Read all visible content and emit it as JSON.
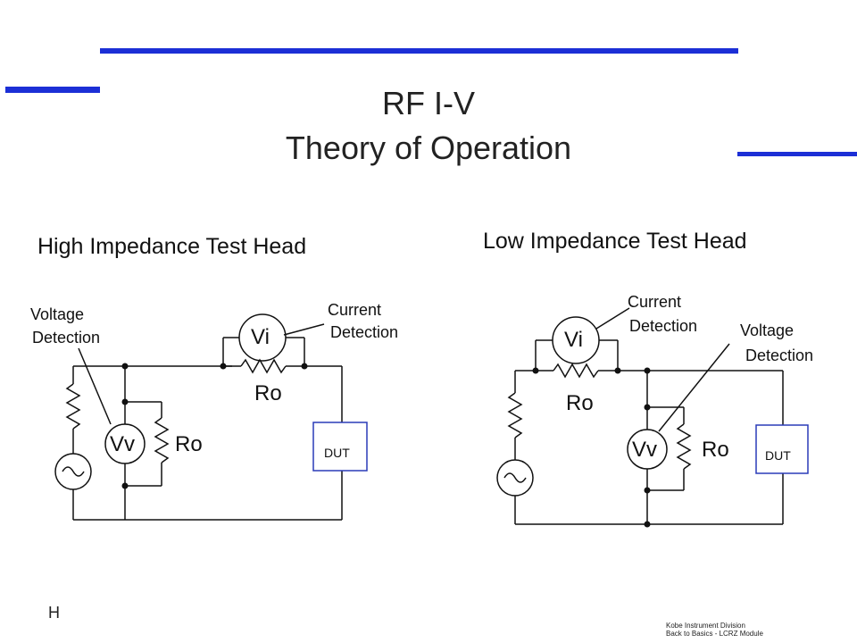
{
  "slide": {
    "title_line1": "RF I-V",
    "title_line2": "Theory of Operation",
    "accent_color": "#1c2fd6",
    "page_marker": "H",
    "footer_line1": "Kobe Instrument Division",
    "footer_line2": "Back to Basics  -  LCRZ Module"
  },
  "high_head": {
    "heading": "High Impedance Test Head",
    "voltage_label_1": "Voltage",
    "voltage_label_2": "Detection",
    "current_label_1": "Current",
    "current_label_2": "Detection",
    "vi_meter": "Vi",
    "vv_meter": "Vv",
    "ro_series": "Ro",
    "ro_shunt": "Ro",
    "dut": "DUT"
  },
  "low_head": {
    "heading": "Low Impedance Test Head",
    "current_label_1": "Current",
    "current_label_2": "Detection",
    "voltage_label_1": "Voltage",
    "voltage_label_2": "Detection",
    "vi_meter": "Vi",
    "vv_meter": "Vv",
    "ro_series": "Ro",
    "ro_shunt": "Ro",
    "dut": "DUT"
  }
}
